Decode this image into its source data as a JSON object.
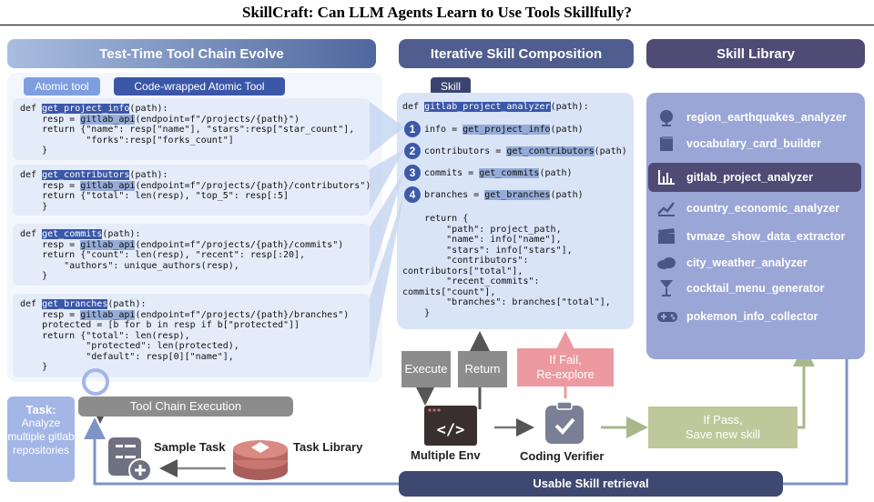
{
  "title": "SkillCraft: Can LLM Agents Learn to Use Tools Skillfully?",
  "headers": {
    "left": "Test-Time Tool Chain Evolve",
    "middle": "Iterative Skill Composition",
    "right": "Skill Library"
  },
  "tags": {
    "atomic": "Atomic tool",
    "wrapped": "Code-wrapped Atomic Tool",
    "skill": "Skill"
  },
  "left_code": {
    "block1": [
      "def get_project_info(path):",
      "    resp = gitlab_api(endpoint=f\"/projects/{path}\")",
      "    return {\"name\": resp[\"name\"], \"stars\":resp[\"star_count\"],",
      "            \"forks\":resp[\"forks_count\"]",
      "    }"
    ],
    "block2": [
      "def get_contributors(path):",
      "    resp = gitlab_api(endpoint=f\"/projects/{path}/contributors\")",
      "    return {\"total\": len(resp), \"top_5\": resp[:5]",
      "    }"
    ],
    "block3": [
      "def get_commits(path):",
      "    resp = gitlab_api(endpoint=f\"/projects/{path}/commits\")",
      "    return {\"count\": len(resp), \"recent\": resp[:20],",
      "        \"authors\": unique_authors(resp),",
      "    }"
    ],
    "block4": [
      "def get_branches(path):",
      "    resp = gitlab_api(endpoint=f\"/projects/{path}/branches\")",
      "    protected = [b for b in resp if b[\"protected\"]]",
      "    return {\"total\": len(resp),",
      "            \"protected\": len(protected),",
      "            \"default\": resp[0][\"name\"],",
      "    }"
    ]
  },
  "skill_code": {
    "def_line": "def gitlab_project_analyzer(path):",
    "steps": [
      {
        "num": "1",
        "text": "info = get_project_info(path)"
      },
      {
        "num": "2",
        "text": "contributors = get_contributors(path)"
      },
      {
        "num": "3",
        "text": "commits = get_commits(path)"
      },
      {
        "num": "4",
        "text": "branches = get_branches(path)"
      }
    ],
    "return_lines": [
      "    return {",
      "        \"path\": project_path,",
      "        \"name\": info[\"name\"],",
      "        \"stars\": info[\"stars\"],",
      "        \"contributors\":",
      "contributors[\"total\"],",
      "        \"recent_commits\":",
      "commits[\"count\"],",
      "        \"branches\": branches[\"total\"],",
      "    }"
    ]
  },
  "skill_library": [
    {
      "icon": "globe-icon",
      "label": "region_earthquakes_analyzer"
    },
    {
      "icon": "book-icon",
      "label": "vocabulary_card_builder"
    },
    {
      "icon": "bar-chart-icon",
      "label": "gitlab_project_analyzer"
    },
    {
      "icon": "trend-chart-icon",
      "label": "country_economic_analyzer"
    },
    {
      "icon": "clapperboard-icon",
      "label": "tvmaze_show_data_extractor"
    },
    {
      "icon": "cloud-icon",
      "label": "city_weather_analyzer"
    },
    {
      "icon": "cocktail-icon",
      "label": "cocktail_menu_generator"
    },
    {
      "icon": "gamepad-icon",
      "label": "pokemon_info_collector"
    }
  ],
  "task": {
    "heading": "Task:",
    "body": "Analyze multiple gitlab repositories"
  },
  "tool_chain_execution": "Tool Chain Execution",
  "sample_task": "Sample Task",
  "task_library": "Task Library",
  "execute": "Execute",
  "return": "Return",
  "if_fail": "If Fail,\nRe-explore",
  "if_pass": "If Pass,\nSave new skill",
  "multiple_env": "Multiple Env",
  "coding_verifier": "Coding Verifier",
  "usable_skill_retrieval": "Usable Skill retrieval",
  "colors": {
    "dark_blue": "#3b57a8",
    "panel_blue": "#e5ecf9",
    "library_bg": "#9aa6d6",
    "fail": "#ec9a9f",
    "pass": "#bfc89a"
  }
}
